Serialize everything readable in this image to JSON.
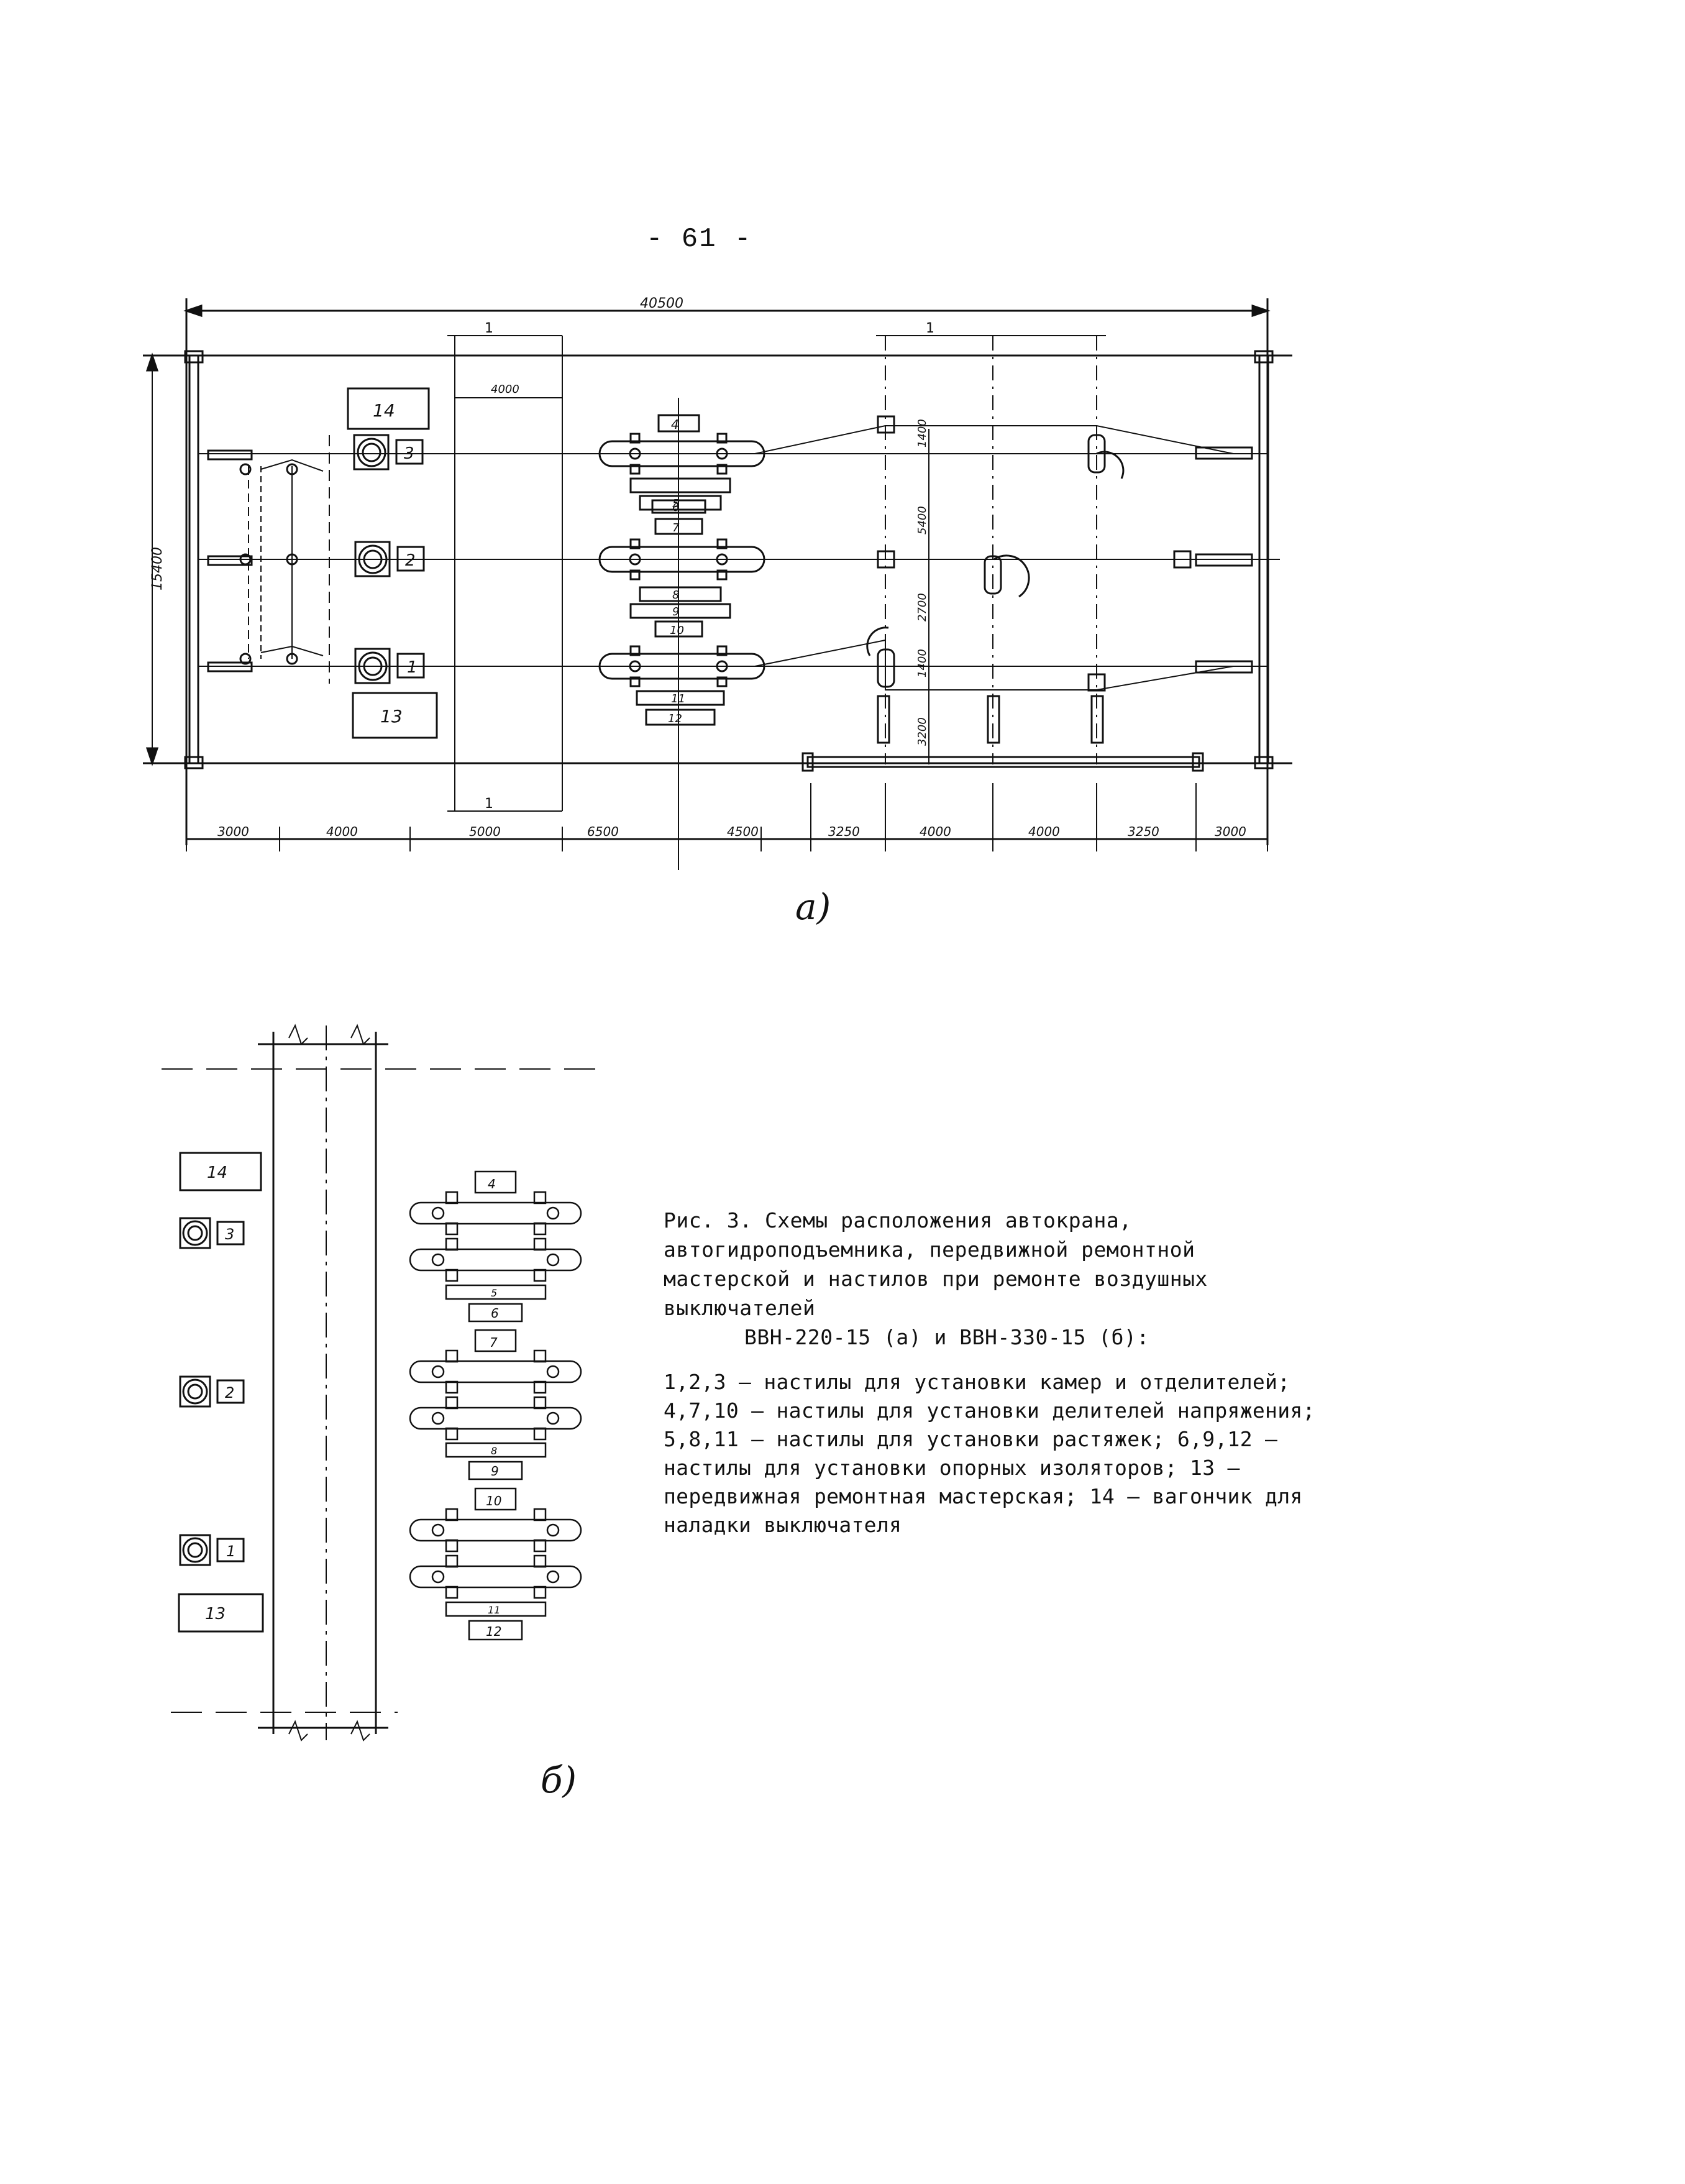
{
  "page": {
    "number": "- 61 -"
  },
  "figure_a": {
    "label": "а)",
    "overall_width": "40500",
    "overall_height": "15400",
    "dim_4000_top": "4000",
    "v_dims": [
      "1400",
      "5400",
      "2700",
      "1400",
      "3200"
    ],
    "bottom_dims": [
      "3000",
      "4000",
      "5000",
      "6500",
      "4500",
      "3250",
      "4000",
      "4000",
      "3250",
      "3000"
    ],
    "section_mark": "1",
    "pad_labels": [
      "14",
      "3",
      "2",
      "1",
      "13",
      "4",
      "5",
      "6",
      "7",
      "8",
      "9",
      "10",
      "11",
      "12"
    ]
  },
  "figure_b": {
    "label": "б)",
    "pad_labels": [
      "14",
      "3",
      "2",
      "1",
      "13",
      "4",
      "5",
      "6",
      "7",
      "8",
      "9",
      "10",
      "11",
      "12"
    ]
  },
  "caption": {
    "title_line1": "Рис. 3. Схемы расположения автокрана, автогидроподъемника, передвижной ремонтной мастерской и настилов при ремонте воздушных выключателей",
    "title_line2": "ВВН-220-15 (а) и ВВН-330-15 (б):",
    "legend_text": "1,2,3 – настилы для установки камер и отделителей; 4,7,10 – настилы для установки делителей напряжения; 5,8,11 – настилы для установки растяжек; 6,9,12 – настилы для установки опорных изоляторов; 13 – передвижная ремонтная мастерская; 14 – вагончик для наладки выключателя"
  }
}
